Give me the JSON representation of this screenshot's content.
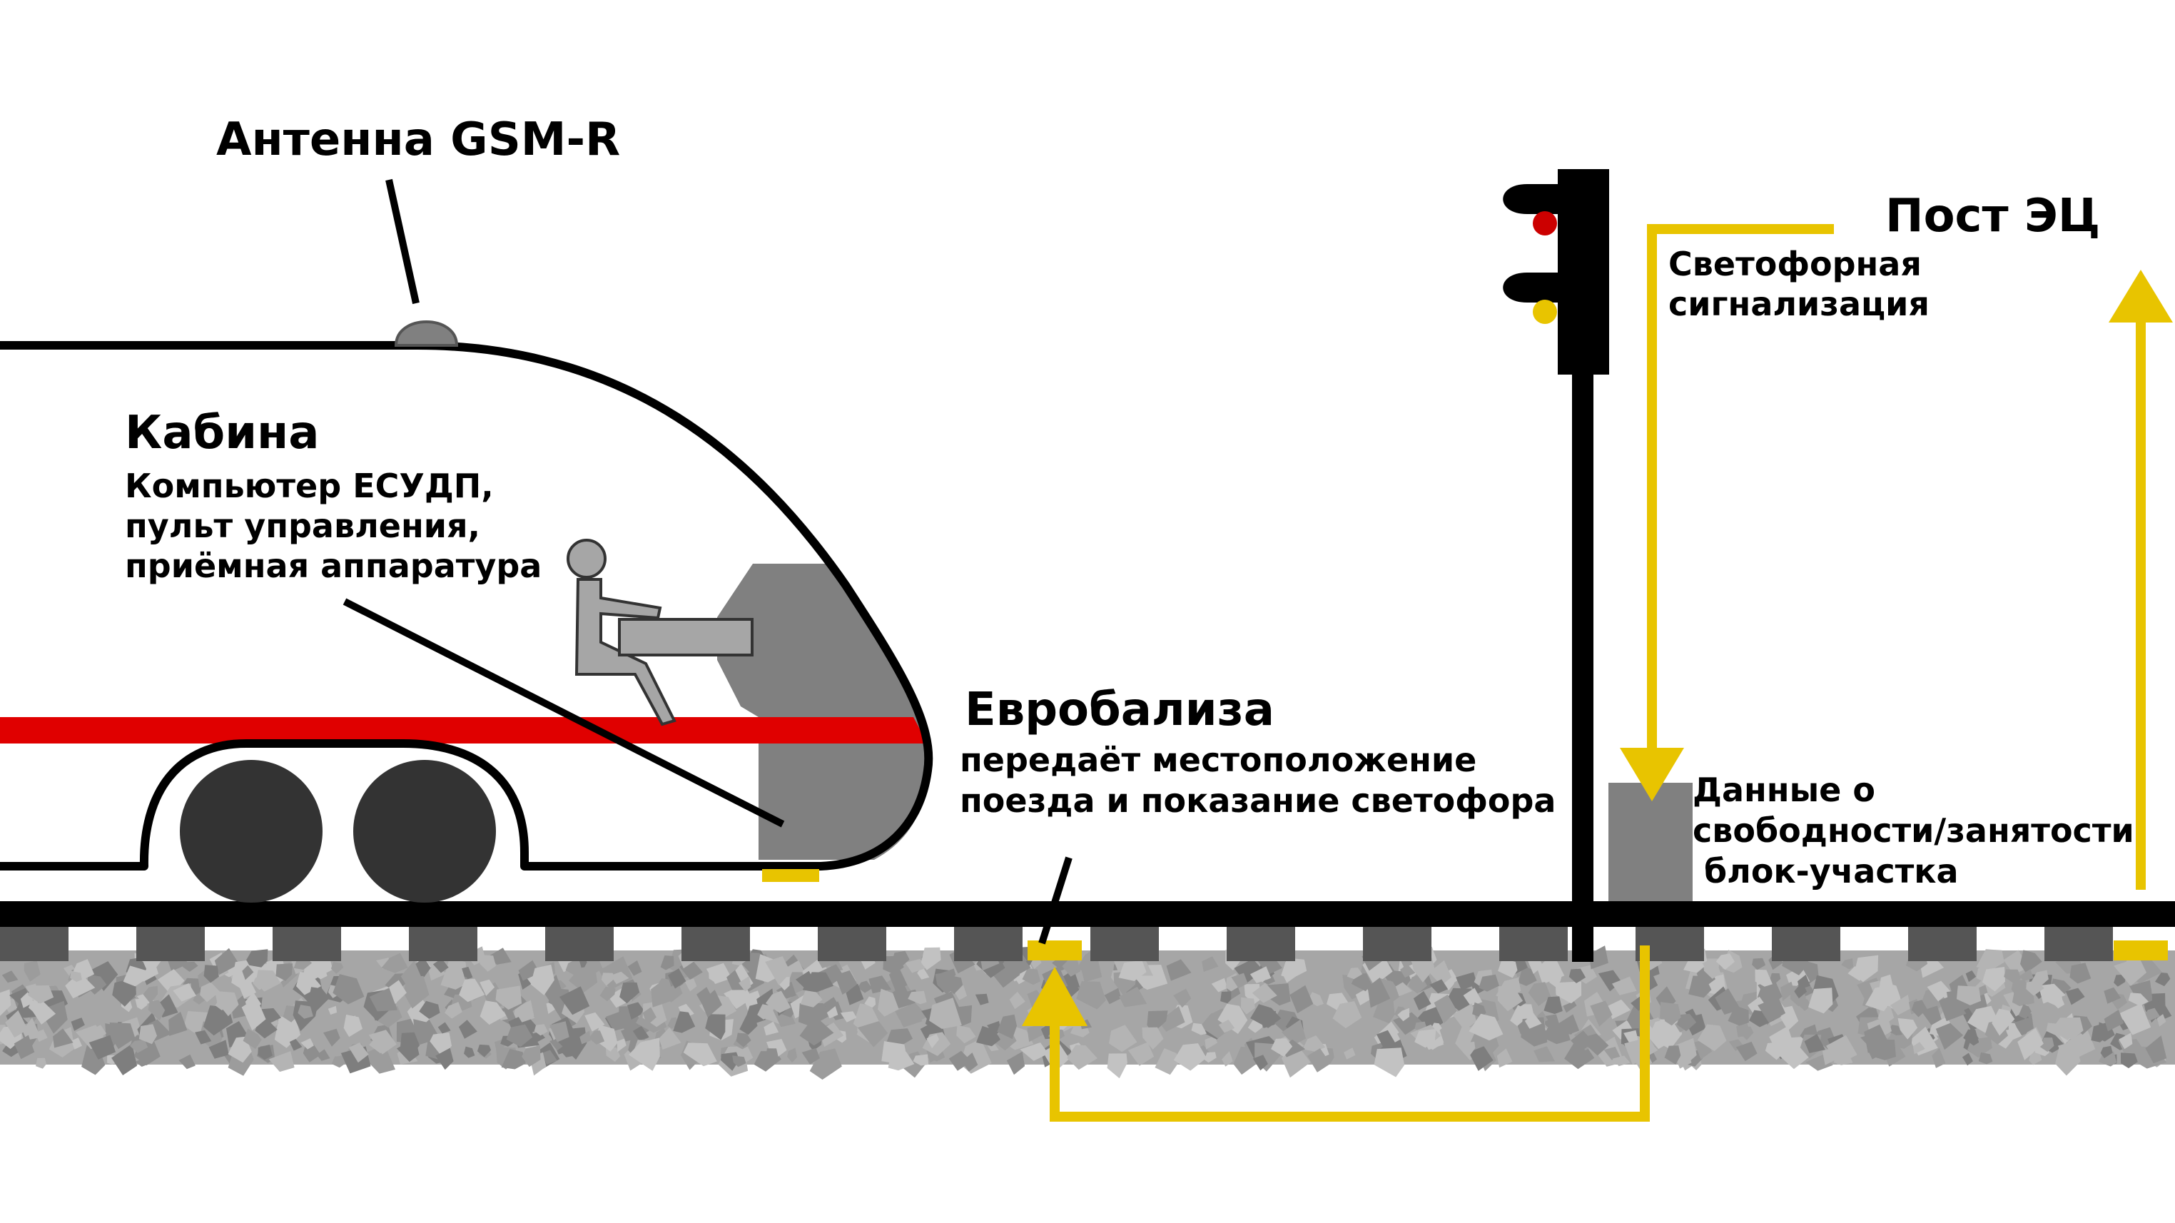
{
  "labels": {
    "antenna": "Антенна GSM-R",
    "cab_title": "Кабина",
    "cab_lines": [
      "Компьютер ЕСУДП,",
      "пульт управления,",
      "приёмная аппаратура"
    ],
    "balise_title": "Евробализа",
    "balise_lines": [
      "передаёт местоположение",
      "поезда и показание светофора"
    ],
    "post_title": "Пост ЭЦ",
    "signalling_lines": [
      "Светофорная",
      "сигнализация"
    ],
    "track_lines": [
      "Данные о",
      "свободности/занятости",
      " блок-участка"
    ]
  },
  "colors": {
    "flow_arrows": "#e8c400",
    "train_stripe": "#e00000",
    "signal_red": "#cc0000",
    "signal_yellow": "#e8c400",
    "cab_equipment": "#808080",
    "ballast": "#a6a6a6",
    "sleepers": "#555555",
    "rail": "#000000",
    "wheels": "#333333"
  },
  "icons": [
    "antenna-icon",
    "driver-figure-icon",
    "traffic-light-icon",
    "track-circuit-box-icon"
  ]
}
